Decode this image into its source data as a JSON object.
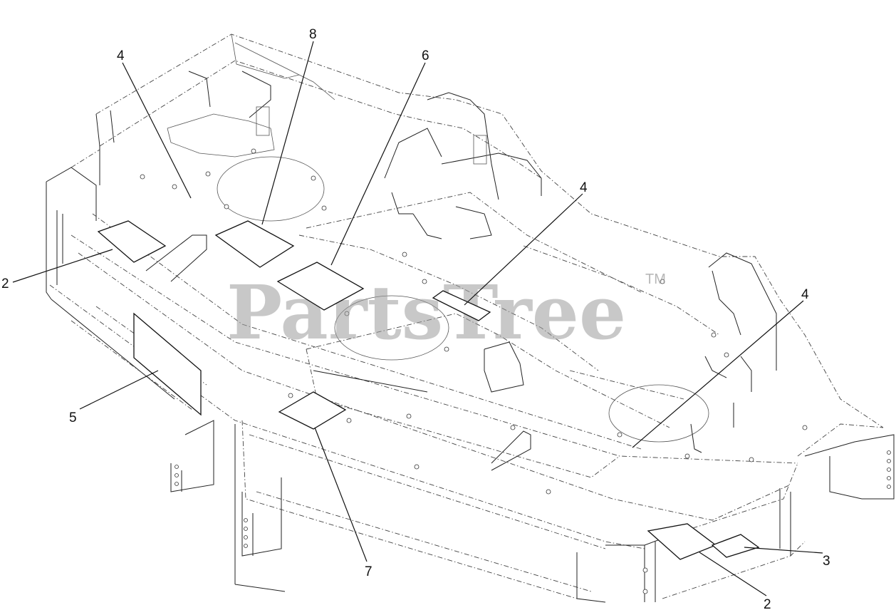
{
  "callouts": [
    {
      "id": "c4a",
      "label": "4"
    },
    {
      "id": "c8",
      "label": "8"
    },
    {
      "id": "c6",
      "label": "6"
    },
    {
      "id": "c4b",
      "label": "4"
    },
    {
      "id": "c2a",
      "label": "2"
    },
    {
      "id": "c4c",
      "label": "4"
    },
    {
      "id": "c5",
      "label": "5"
    },
    {
      "id": "c7",
      "label": "7"
    },
    {
      "id": "c3",
      "label": "3"
    },
    {
      "id": "c2b",
      "label": "2"
    }
  ],
  "watermark": {
    "text": "PartsTree",
    "trademark": "TM"
  }
}
